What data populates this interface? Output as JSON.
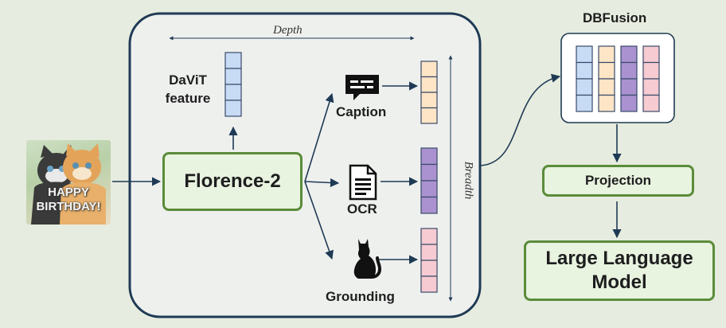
{
  "input_image": {
    "caption_lines": [
      "HAPPY",
      "BIRTHDAY!"
    ]
  },
  "encoder": {
    "depth_label": "Depth",
    "breadth_label": "Breadth",
    "davit_label_lines": [
      "DaViT",
      "feature"
    ],
    "model_label": "Florence-2",
    "tasks": [
      {
        "label": "Caption",
        "icon": "caption-icon",
        "color": "#fde5c6"
      },
      {
        "label": "OCR",
        "icon": "document-icon",
        "color": "#a992cf"
      },
      {
        "label": "Grounding",
        "icon": "cat-icon",
        "color": "#f6cbd1"
      }
    ],
    "davit_color": "#c7dbf5"
  },
  "fusion": {
    "title": "DBFusion",
    "column_colors": [
      "#c7dbf5",
      "#fde5c6",
      "#a992cf",
      "#f6cbd1"
    ]
  },
  "projection": {
    "label": "Projection"
  },
  "llm": {
    "label_lines": [
      "Large Language",
      "Model"
    ]
  },
  "colors": {
    "background": "#e6ecdf",
    "green_border": "#5b8c3a",
    "green_fill": "#e8f3e0",
    "arrow": "#1f3a55"
  }
}
